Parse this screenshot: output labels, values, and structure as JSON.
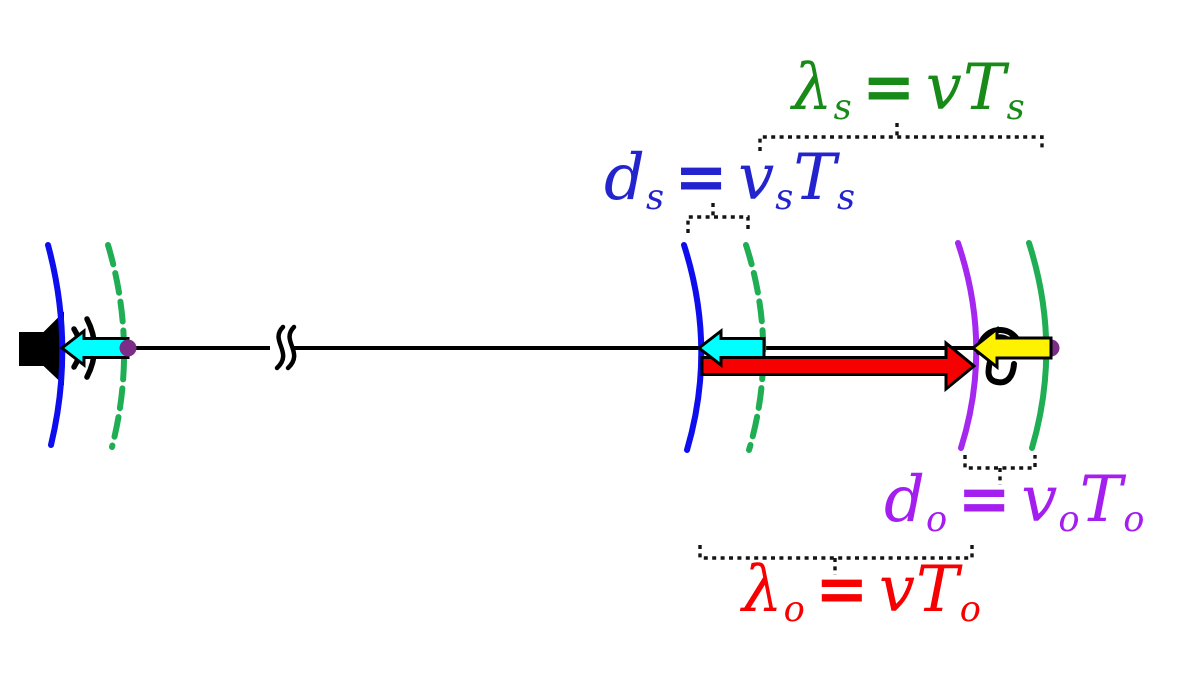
{
  "diagram": {
    "type": "doppler-effect-wavefront-diagram",
    "background": "#ffffff",
    "labels": {
      "lambda_s": {
        "sym": "λ",
        "sym_sub": "s",
        "eq": "=",
        "f1": "v",
        "f1_sub": "",
        "f2": "T",
        "f2_sub": "s",
        "color": "#178a17"
      },
      "d_s": {
        "sym": "d",
        "sym_sub": "s",
        "eq": "=",
        "f1": "v",
        "f1_sub": "s",
        "f2": "T",
        "f2_sub": "s",
        "color": "#2424cf"
      },
      "d_o": {
        "sym": "d",
        "sym_sub": "o",
        "eq": "=",
        "f1": "v",
        "f1_sub": "o",
        "f2": "T",
        "f2_sub": "o",
        "color": "#a41ef0"
      },
      "lambda_o": {
        "sym": "λ",
        "sym_sub": "o",
        "eq": "=",
        "f1": "v",
        "f1_sub": "",
        "f2": "T",
        "f2_sub": "o",
        "color": "#f60002"
      }
    },
    "colors": {
      "wavefront_blue": "#0d0dee",
      "wavefront_green": "#1fae54",
      "wavefront_purple": "#a428f0",
      "arrow_cyan": "#00ffff",
      "arrow_yellow": "#fff200",
      "arrow_red": "#f60002",
      "emission_dot_purple": "#7c2d87",
      "axis_black": "#000000",
      "bracket_dotted_black": "#141414"
    },
    "icons": {
      "source": "speaker-icon",
      "source_emission": "sound-waves-icon",
      "observer": "ear-icon",
      "source_velocity": "cyan-left-arrow-icon",
      "source_displacement": "cyan-left-arrow-icon",
      "observer_displacement": "yellow-left-arrow-icon",
      "observed_wavelength": "red-right-arrow-icon",
      "axis_break": "break-squiggle-icon"
    }
  }
}
